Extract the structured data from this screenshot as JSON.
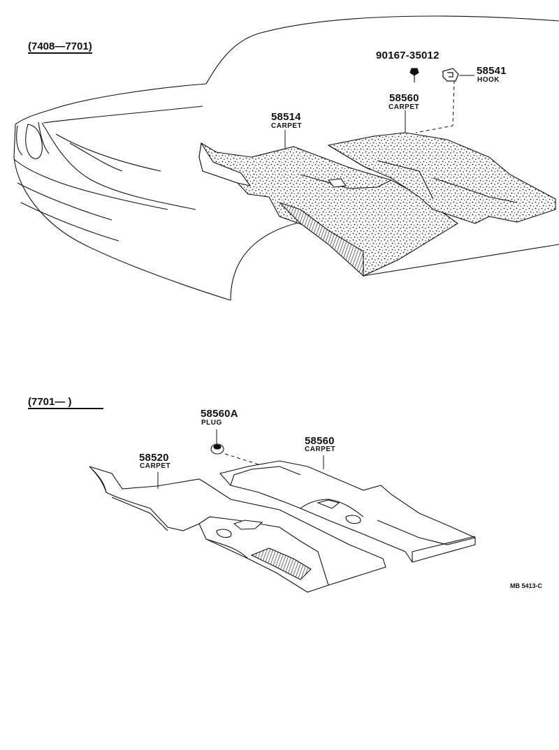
{
  "upper": {
    "range": "(7408—7701)",
    "parts": [
      {
        "number": "90167-35012",
        "name": ""
      },
      {
        "number": "58541",
        "name": "HOOK"
      },
      {
        "number": "58560",
        "name": "CARPET"
      },
      {
        "number": "58514",
        "name": "CARPET"
      }
    ]
  },
  "lower": {
    "range": "(7701—        )",
    "parts": [
      {
        "number": "58560A",
        "name": "PLUG"
      },
      {
        "number": "58520",
        "name": "CARPET"
      },
      {
        "number": "58560",
        "name": "CARPET"
      }
    ]
  },
  "figure_code": "MB 5413-C"
}
